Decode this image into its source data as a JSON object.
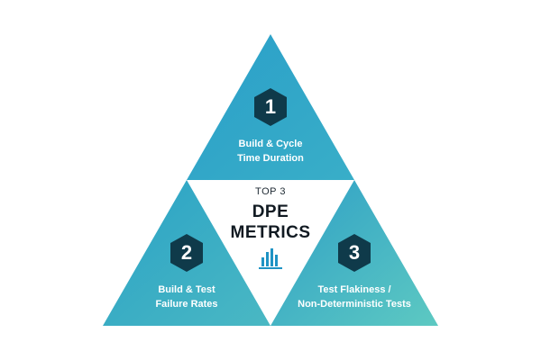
{
  "center": {
    "prefix": "TOP 3",
    "title_line1": "DPE",
    "title_line2": "METRICS",
    "icon": "bar-chart-icon"
  },
  "metrics": [
    {
      "number": "1",
      "line1": "Build & Cycle",
      "line2": "Time Duration"
    },
    {
      "number": "2",
      "line1": "Build & Test",
      "line2": "Failure Rates"
    },
    {
      "number": "3",
      "line1": "Test Flakiness /",
      "line2": "Non-Deterministic Tests"
    }
  ],
  "colors": {
    "triangle_dark": "#2496c4",
    "triangle_light": "#5cc8c4",
    "hexagon": "#0f3a4a",
    "icon": "#1f93c4"
  }
}
